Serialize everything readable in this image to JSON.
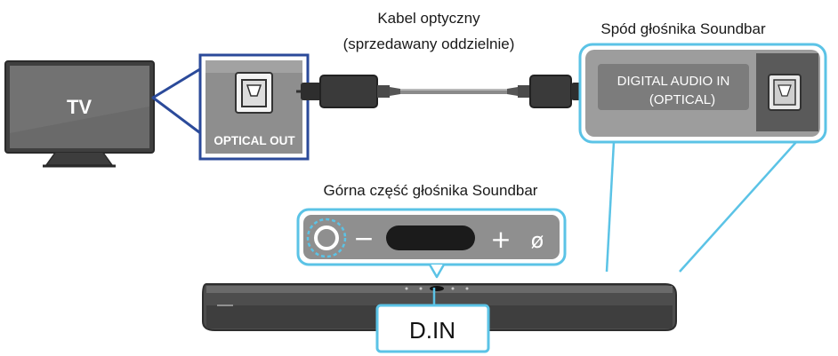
{
  "cable_label": {
    "line1": "Kabel optyczny",
    "line2": "(sprzedawany oddzielnie)"
  },
  "tv": {
    "label": "TV",
    "port_label": "OPTICAL OUT"
  },
  "soundbar_bottom": {
    "title": "Spód głośnika Soundbar",
    "port_label_line1": "DIGITAL AUDIO IN",
    "port_label_line2": "(OPTICAL)"
  },
  "soundbar_top": {
    "title": "Górna część głośnika Soundbar",
    "minus": "−",
    "plus": "+",
    "mic_off": "ø"
  },
  "display": {
    "text": "D.IN"
  },
  "colors": {
    "callout_blue": "#2b4a9a",
    "callout_cyan": "#5bc3e6",
    "device_dark": "#4a4a4a",
    "panel_gray": "#9a9a9a"
  }
}
